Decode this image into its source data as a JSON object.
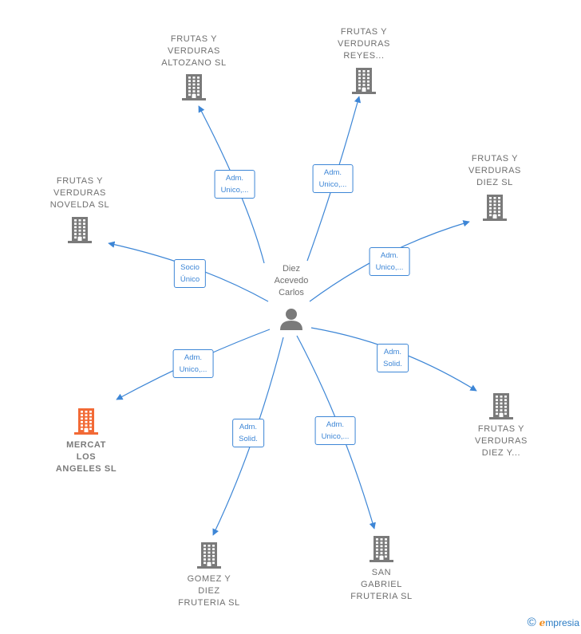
{
  "person": {
    "name": "Diez\nAcevedo\nCarlos"
  },
  "companies": [
    {
      "id": "altozano",
      "label": "FRUTAS Y\nVERDURAS\nALTOZANO  SL",
      "focus": false
    },
    {
      "id": "reyes",
      "label": "FRUTAS Y\nVERDURAS\nREYES...",
      "focus": false
    },
    {
      "id": "diez-sl",
      "label": "FRUTAS Y\nVERDURAS\nDIEZ  SL",
      "focus": false
    },
    {
      "id": "novelda",
      "label": "FRUTAS Y\nVERDURAS\nNOVELDA  SL",
      "focus": false
    },
    {
      "id": "diez-y",
      "label": "FRUTAS Y\nVERDURAS\nDIEZ Y...",
      "focus": false
    },
    {
      "id": "mercat",
      "label": "MERCAT\nLOS\nANGELES  SL",
      "focus": true
    },
    {
      "id": "gomez",
      "label": "GOMEZ Y\nDIEZ\nFRUTERIA  SL",
      "focus": false
    },
    {
      "id": "san-gabriel",
      "label": "SAN\nGABRIEL\nFRUTERIA  SL",
      "focus": false
    }
  ],
  "relations": [
    {
      "target": "altozano",
      "label": "Adm.\nUnico,..."
    },
    {
      "target": "reyes",
      "label": "Adm.\nUnico,..."
    },
    {
      "target": "diez-sl",
      "label": "Adm.\nUnico,..."
    },
    {
      "target": "novelda",
      "label": "Socio\nÚnico"
    },
    {
      "target": "diez-y",
      "label": "Adm.\nSolid."
    },
    {
      "target": "mercat",
      "label": "Adm.\nUnico,..."
    },
    {
      "target": "gomez",
      "label": "Adm.\nSolid."
    },
    {
      "target": "san-gabriel",
      "label": "Adm.\nUnico,..."
    }
  ],
  "colors": {
    "edge": "#3d86d6",
    "icon": "#7a7a7a",
    "focus_icon": "#f26a36"
  },
  "brand": {
    "copyright": "©",
    "name": "mpresia",
    "initial": "e"
  }
}
